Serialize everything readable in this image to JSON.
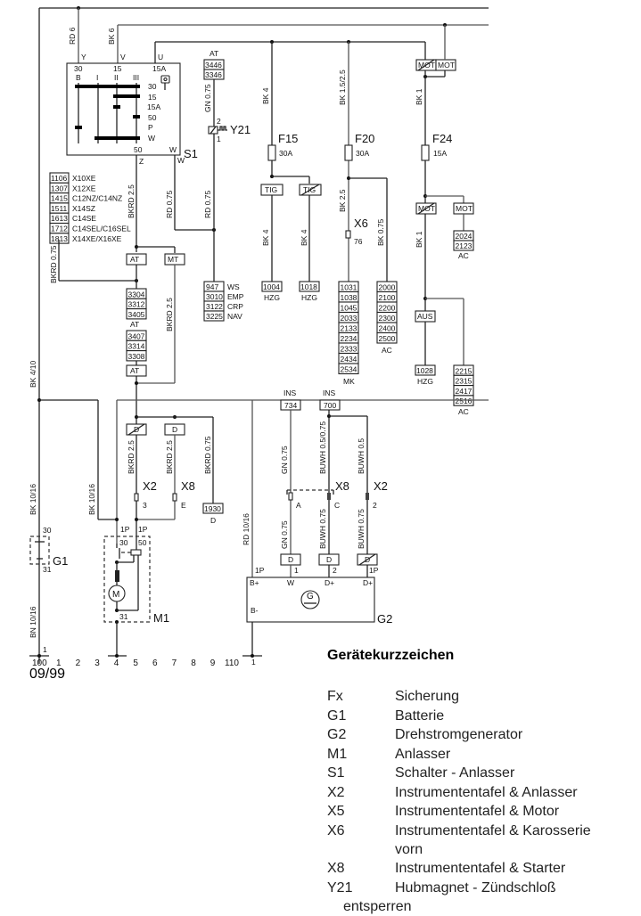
{
  "diagram": {
    "date": "09/99",
    "switch_s1": {
      "label": "S1",
      "top_terminals": [
        "30",
        "15",
        "15A"
      ],
      "top_wire_letters": [
        "Y",
        "V",
        "U"
      ],
      "positions": [
        "B",
        "I",
        "II",
        "III"
      ],
      "rows": [
        "30",
        "15",
        "15A",
        "50",
        "P",
        "W"
      ],
      "bottom_terminals": [
        "50",
        "W"
      ],
      "bottom_wire_letters": [
        "Z",
        "W"
      ]
    },
    "wires": {
      "rd6": "RD 6",
      "bk6": "BK 6",
      "gn075_top": "GN 0.75",
      "bk4_f15": "BK 4",
      "bk15_25": "BK 1.5/2.5",
      "bk1_f24": "BK 1",
      "bkrd25_a": "BKRD 2.5",
      "rd075_a": "RD 0.75",
      "rd075_b": "RD 0.75",
      "bkrd075_left": "BKRD 0.75",
      "bkrd25_mt": "BKRD 2.5",
      "bk4_10": "BK 4/10",
      "bk4_tig1": "BK 4",
      "bk4_tig2": "BK 4",
      "bk25": "BK 2.5",
      "bk075": "BK 0.75",
      "bk1_lower": "BK 1",
      "bk10_16_left": "BK 10/16",
      "bk10_16_mid": "BK 10/16",
      "bkrd25_b": "BKRD 2.5",
      "bkrd25_c": "BKRD 2.5",
      "bkrd075_d": "BKRD 0.75",
      "rd10_16": "RD 10/16",
      "bn10_16": "BN 10/16",
      "gn075_g2a": "GN 0.75",
      "gn075_g2b": "GN 0.75",
      "buwh05_075": "BUWH 0.5/0.75",
      "buwh075_c": "BUWH 0.75",
      "buwh05": "BUWH 0.5",
      "buwh075_x2": "BUWH 0.75"
    },
    "engine_codes": [
      {
        "code": "1106",
        "engine": "X10XE"
      },
      {
        "code": "1307",
        "engine": "X12XE"
      },
      {
        "code": "1415",
        "engine": "C12NZ/C14NZ"
      },
      {
        "code": "1511",
        "engine": "X14SZ"
      },
      {
        "code": "1613",
        "engine": "C14SE"
      },
      {
        "code": "1712",
        "engine": "C14SEL/C16SEL"
      },
      {
        "code": "1813",
        "engine": "X14XE/X16XE"
      }
    ],
    "y21": {
      "label": "Y21",
      "option": "AT",
      "refs": [
        "3446",
        "3346"
      ],
      "pin_top": "2",
      "pin_bottom": "1"
    },
    "fuses": [
      {
        "label": "F15",
        "rating": "30A"
      },
      {
        "label": "F20",
        "rating": "30A"
      },
      {
        "label": "F24",
        "rating": "15A"
      }
    ],
    "options": {
      "at": "AT",
      "mt": "MT",
      "tig": "TIG",
      "mot": "MOT",
      "aus": "AUS",
      "d": "D",
      "ins": "INS"
    },
    "ref_ws": [
      {
        "code": "947",
        "label": "WS"
      },
      {
        "code": "3010",
        "label": "EMP"
      },
      {
        "code": "3122",
        "label": "CRP"
      },
      {
        "code": "3225",
        "label": "NAV"
      }
    ],
    "ref_at1": [
      "3304",
      "3312",
      "3405"
    ],
    "ref_at1_label": "AT",
    "ref_at2": [
      "3407",
      "3314",
      "3308"
    ],
    "ref_hzg1": {
      "code": "1004",
      "label": "HZG"
    },
    "ref_hzg2": {
      "code": "1018",
      "label": "HZG"
    },
    "ref_mk": {
      "codes": [
        "1031",
        "1038",
        "1045",
        "2033",
        "2133",
        "2234",
        "2333",
        "2434",
        "2534"
      ],
      "label": "MK"
    },
    "ref_ac1": {
      "codes": [
        "2000",
        "2100",
        "2200",
        "2300",
        "2400",
        "2500"
      ],
      "label": "AC"
    },
    "ref_ac2": {
      "codes": [
        "2024",
        "2123"
      ],
      "label": "AC"
    },
    "ref_hzg3": {
      "code": "1028",
      "label": "HZG"
    },
    "ref_ac3": {
      "codes": [
        "2215",
        "2315",
        "2417",
        "2516"
      ],
      "label": "AC"
    },
    "ref_1930": {
      "code": "1930",
      "label": "D"
    },
    "ref_734": {
      "code": "734",
      "label": "INS"
    },
    "ref_700": {
      "code": "700",
      "label": "INS"
    },
    "connectors": {
      "x6": {
        "label": "X6",
        "pin": "76"
      },
      "x2_a": {
        "label": "X2",
        "pin": "3"
      },
      "x8_a": {
        "label": "X8",
        "pin": "E"
      },
      "x8_b": {
        "label": "X8",
        "pin_a": "A",
        "pin_c": "C"
      },
      "x2_b": {
        "label": "X2",
        "pin": "2"
      }
    },
    "battery_g1": {
      "label": "G1",
      "pin_top": "30",
      "pin_bottom": "31",
      "ground_pin": "1"
    },
    "starter_m1": {
      "label": "M1",
      "pin_30": "30",
      "pin_50": "50",
      "pin_31": "31",
      "plug_a": "1P",
      "plug_b": "1P",
      "motor": "M"
    },
    "generator_g2": {
      "label": "G2",
      "symbol": "G",
      "terminals": [
        "B+",
        "W",
        "D+",
        "D+",
        "B-"
      ],
      "pins": [
        "1P",
        "1",
        "2",
        "1P"
      ],
      "ground_pin": "1"
    },
    "ruler": {
      "start": "100",
      "ticks": [
        "1",
        "2",
        "3",
        "4",
        "5",
        "6",
        "7",
        "8",
        "9"
      ],
      "end": "110",
      "after": "1"
    }
  },
  "legend": {
    "title": "Gerätekurzzeichen",
    "items": [
      {
        "key": "Fx",
        "value": "Sicherung"
      },
      {
        "key": "G1",
        "value": "Batterie"
      },
      {
        "key": "G2",
        "value": "Drehstromgenerator"
      },
      {
        "key": "M1",
        "value": "Anlasser"
      },
      {
        "key": "S1",
        "value": "Schalter - Anlasser"
      },
      {
        "key": "X2",
        "value": "Instrumententafel & Anlasser"
      },
      {
        "key": "X5",
        "value": "Instrumententafel & Motor"
      },
      {
        "key": "X6",
        "value": "Instrumententafel & Karosserie"
      },
      {
        "key": "X8",
        "value": "Instrumententafel & Starter"
      },
      {
        "key": "Y21",
        "value": "Hubmagnet - Zündschloß"
      }
    ],
    "x6_cont": "vorn",
    "y21_cont": "entsperren"
  }
}
